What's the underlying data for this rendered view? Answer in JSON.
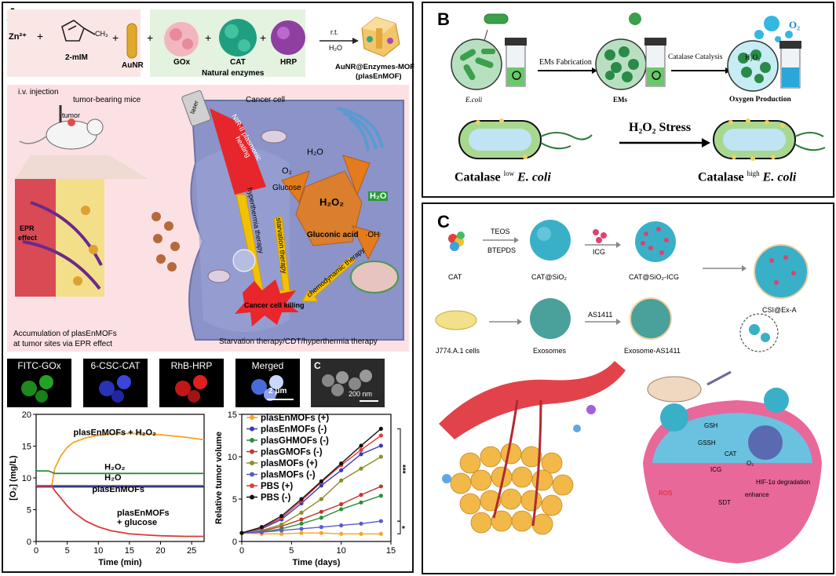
{
  "panelA": {
    "label": "A",
    "scheme": {
      "zn": "Zn²⁺",
      "mim": "2-mIM",
      "ch3": "CH₃",
      "plus": "+",
      "aunr": "AuNR",
      "gox": "GOx",
      "cat": "CAT",
      "hrp": "HRP",
      "natural": "Natural enzymes",
      "rt": "r.t.",
      "h2o": "H₂O",
      "prod1": "AuNR@Enzymes-MOF",
      "prod2": "(plasEnMOF)"
    },
    "therapy": {
      "iv": "i.v. injection",
      "mice": "tumor-bearing mice",
      "tumor": "tumor",
      "epr": "EPR",
      "effect": "effect",
      "acc1": "Accumulation of plasEnMOFs",
      "acc2": "at tumor sites via EPR effect",
      "cancer": "Cancer cell",
      "laser": "laser",
      "nir1": "NIR-II plasmonic",
      "nir2": "heating",
      "hyper": "hyperthermia therapy",
      "starv": "starvation therapy",
      "chemo": "chemodynamic therapy",
      "glucose": "Glucose",
      "o2": "O₂",
      "h2o": "H₂O",
      "h2o2": "H₂O₂",
      "gluconic": "Gluconic acid",
      "oh": "·OH",
      "h2oR": "H₂O",
      "kill": "Cancer cell killing",
      "footer": "Starvation therapy/CDT/hyperthermia therapy"
    },
    "micro": {
      "m1": "FITC-GOx",
      "m2": "6-CSC-CAT",
      "m3": "RhB-HRP",
      "m4": "Merged",
      "m4s": "2 μm",
      "m5": "C",
      "m5s": "200 nm"
    }
  },
  "chart_data": [
    {
      "type": "line",
      "xlabel": "Time (min)",
      "ylabel": "[O₂] (mg/L)",
      "xlim": [
        0,
        27
      ],
      "ylim": [
        0,
        20
      ],
      "xticks": [
        0,
        5,
        10,
        15,
        20,
        25
      ],
      "yticks": [
        0,
        5,
        10,
        15,
        20
      ],
      "annotations": [
        {
          "text": "plasEnMOFs + H₂O₂",
          "x": 6,
          "y": 16.7
        },
        {
          "text": "H₂O₂",
          "x": 11,
          "y": 11.3
        },
        {
          "text": "H₂O",
          "x": 11,
          "y": 9.6
        },
        {
          "text": "plasEnMOFs",
          "x": 9,
          "y": 7.8
        },
        {
          "text": "plasEnMOFs",
          "x": 13,
          "y": 4.1
        },
        {
          "text": "+ glucose",
          "x": 13,
          "y": 2.6
        }
      ],
      "series": [
        {
          "color": "#f5a623",
          "x": [
            0,
            2.5,
            3,
            4,
            5,
            6,
            8,
            10,
            12,
            15,
            18,
            20,
            24,
            27
          ],
          "y": [
            8.7,
            8.7,
            11.5,
            13.5,
            14.8,
            15.6,
            16.3,
            16.7,
            16.9,
            17.0,
            16.9,
            16.8,
            16.4,
            16.0
          ]
        },
        {
          "color": "#2a8f3a",
          "x": [
            0,
            2,
            3,
            27
          ],
          "y": [
            11.1,
            11.1,
            10.7,
            10.7
          ]
        },
        {
          "color": "#7a7a7a",
          "x": [
            0,
            27
          ],
          "y": [
            8.8,
            8.8
          ]
        },
        {
          "color": "#1f1f8f",
          "x": [
            0,
            27
          ],
          "y": [
            8.6,
            8.6
          ]
        },
        {
          "color": "#d93a3a",
          "x": [
            0,
            2.5,
            3,
            4,
            5,
            6,
            8,
            10,
            12,
            15,
            18,
            20,
            24,
            27
          ],
          "y": [
            8.7,
            8.7,
            8.0,
            6.8,
            5.6,
            4.6,
            3.2,
            2.3,
            1.7,
            1.2,
            1.0,
            0.9,
            0.8,
            0.8
          ]
        }
      ]
    },
    {
      "type": "line",
      "xlabel": "Time (days)",
      "ylabel": "Relative tumor volume",
      "xlim": [
        0,
        15
      ],
      "ylim": [
        0,
        15
      ],
      "xticks": [
        0,
        5,
        10,
        15
      ],
      "yticks": [
        0,
        5,
        10,
        15
      ],
      "significance": [
        "***",
        "*"
      ],
      "x": [
        0,
        2,
        4,
        6,
        8,
        10,
        12,
        14
      ],
      "series": [
        {
          "name": "plasEnMOFs (+)",
          "color": "#f5a623",
          "values": [
            1,
            0.9,
            0.9,
            1.0,
            1.0,
            0.9,
            0.9,
            0.9
          ]
        },
        {
          "name": "plasEnMOFs (-)",
          "color": "#3a3ab8",
          "values": [
            1,
            1.5,
            2.6,
            4.5,
            6.6,
            8.4,
            10.3,
            11.3
          ]
        },
        {
          "name": "plasGHMOFs (-)",
          "color": "#2a8f3a",
          "values": [
            1,
            1.1,
            1.5,
            2.1,
            2.8,
            3.8,
            4.6,
            5.4
          ]
        },
        {
          "name": "plasGMOFs (-)",
          "color": "#c0392b",
          "values": [
            1,
            1.2,
            1.8,
            2.6,
            3.5,
            4.4,
            5.5,
            6.5
          ]
        },
        {
          "name": "plasMOFs (+)",
          "color": "#8d8d2a",
          "values": [
            1,
            1.3,
            2.0,
            3.4,
            5.0,
            7.2,
            8.6,
            10.0
          ]
        },
        {
          "name": "plasMOFs (-)",
          "color": "#5a5acf",
          "values": [
            1,
            1.1,
            1.3,
            1.5,
            1.7,
            1.9,
            2.1,
            2.4
          ]
        },
        {
          "name": "PBS (+)",
          "color": "#e63b3b",
          "values": [
            1,
            1.6,
            2.8,
            4.8,
            7.0,
            9.0,
            10.8,
            12.5
          ]
        },
        {
          "name": "PBS (-)",
          "color": "#111111",
          "values": [
            1,
            1.7,
            3.0,
            5.0,
            7.1,
            9.2,
            11.3,
            13.3
          ]
        }
      ]
    }
  ],
  "panelB": {
    "label": "B",
    "ecoli": "E.coli",
    "fab": "EMs Fabrication",
    "ems": "EMs",
    "catcat": "Catalase Catalysis",
    "h2o2": "H₂O₂",
    "o2": "O₂",
    "oxy": "Oxygen Production",
    "stress": "H₂O₂ Stress",
    "left1": "Catalase",
    "left2": "low",
    "left3": "E. coli",
    "right1": "Catalase",
    "right2": "high",
    "right3": "E. coli"
  },
  "panelC": {
    "label": "C",
    "cat": "CAT",
    "teos": "TEOS",
    "btepds": "BTEPDS",
    "catsio": "CAT@SiO₂",
    "icg": "ICG",
    "catsioicg": "CAT@SiO₂-ICG",
    "j774": "J774.A.1 cells",
    "exo": "Exosomes",
    "as1411": "AS1411",
    "exoas": "Exosome-AS1411",
    "csi": "CSI@Ex-A",
    "gsh": "GSH",
    "gssh": "GSSH",
    "catin": "CAT",
    "o2": "O₂",
    "icgin": "ICG",
    "hif": "HIF-1α degradation",
    "ros": "ROS",
    "enhance": "enhance",
    "sdt": "SDT"
  }
}
